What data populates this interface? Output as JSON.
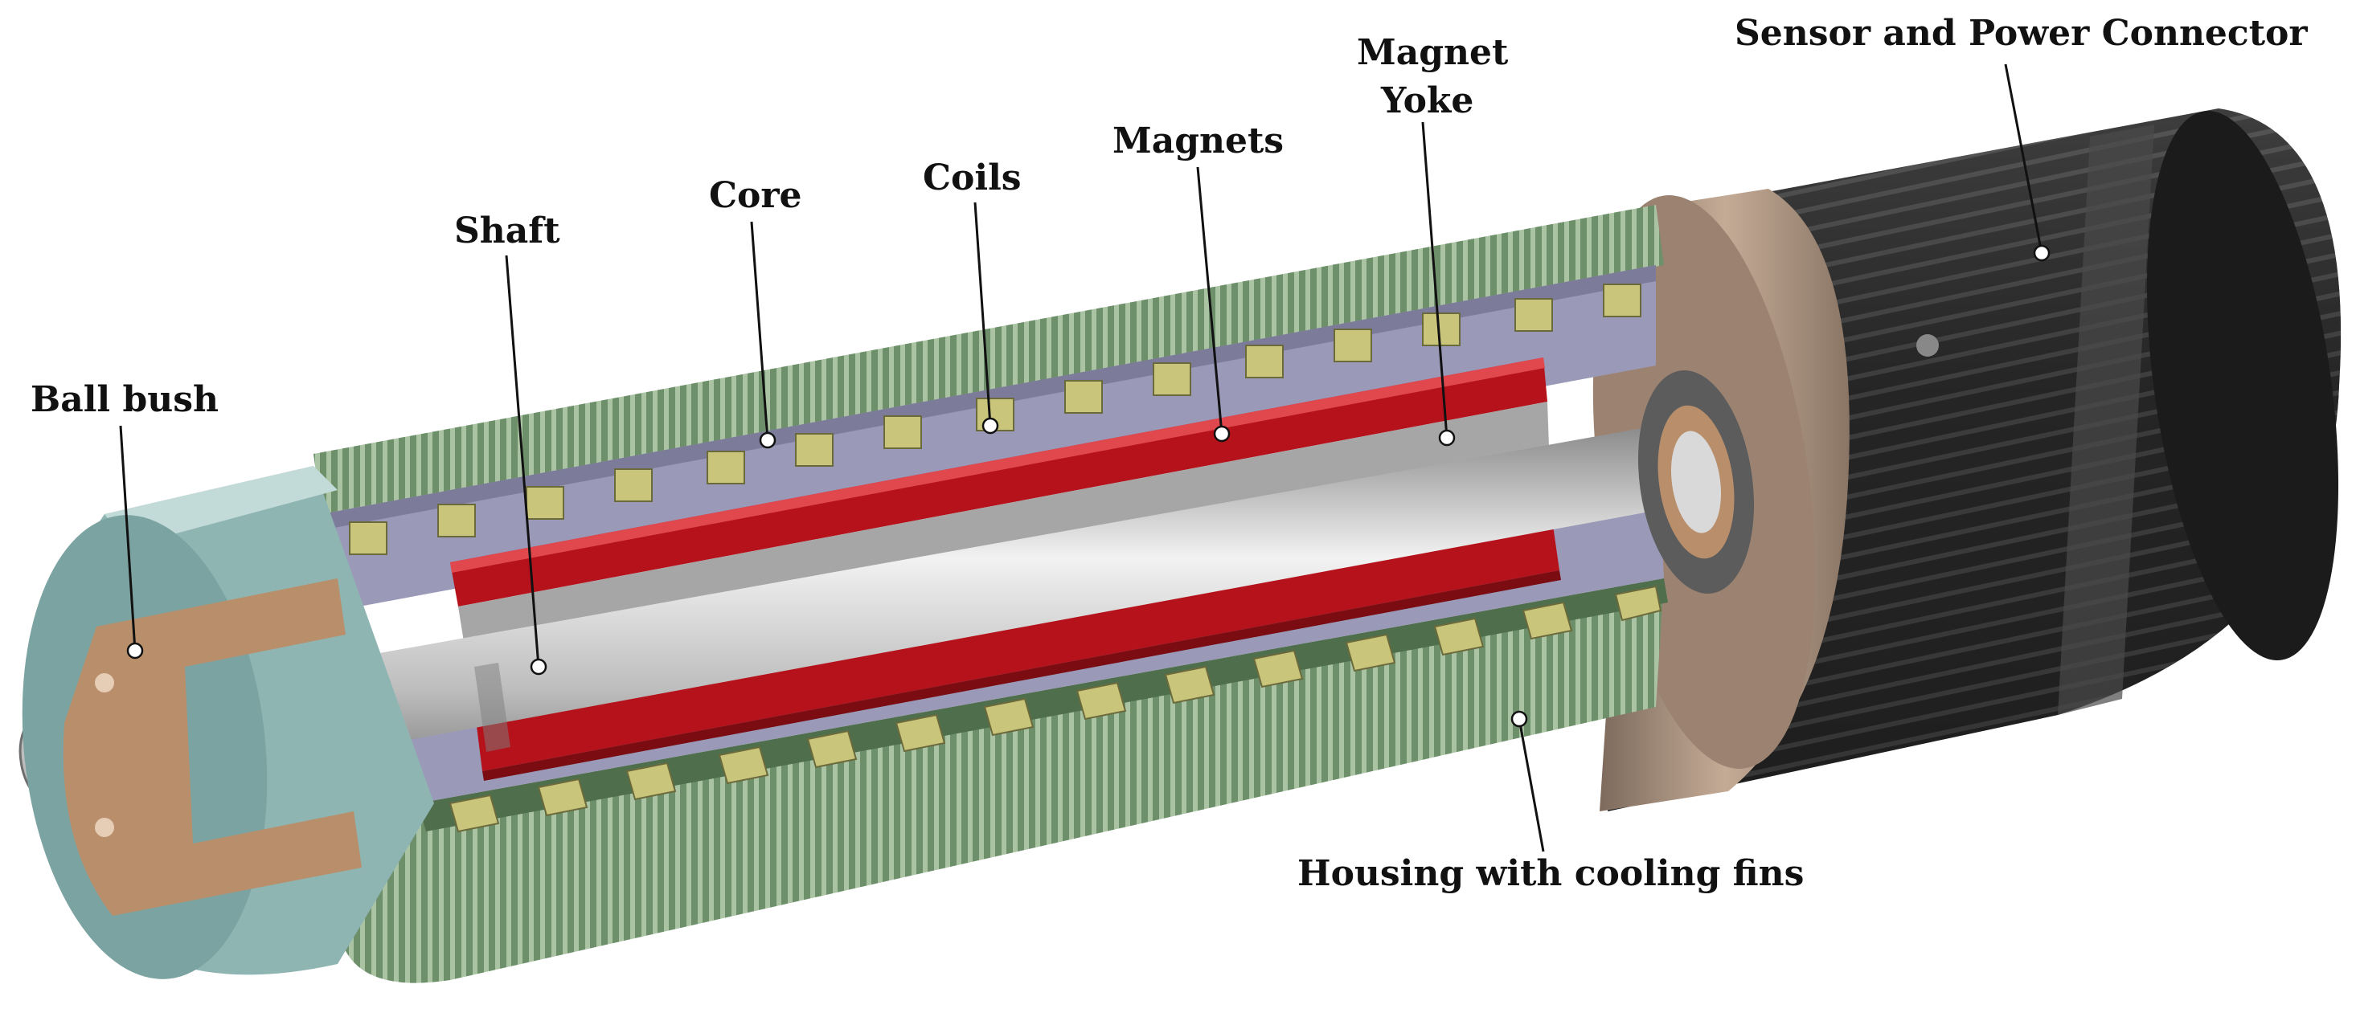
{
  "diagram": {
    "labels": {
      "ball_bush": "Ball bush",
      "shaft": "Shaft",
      "core": "Core",
      "coils": "Coils",
      "magnets": "Magnets",
      "magnet_yoke_line1": "Magnet",
      "magnet_yoke_line2": "Yoke",
      "sensor_power_connector": "Sensor and Power Connector",
      "housing_cooling_fins": "Housing with cooling fins"
    },
    "colors": {
      "housing_green": "#6d8f6a",
      "core_lavender": "#9a9ab8",
      "coil_olive": "#c9c57a",
      "magnet_red": "#b5121b",
      "shaft_silver": "#c8c8c8",
      "end_cap_teal": "#8fb5b3",
      "bushing_bronze": "#b98e6a",
      "connector_black": "#262626",
      "flange_bronze": "#a88d78"
    }
  }
}
